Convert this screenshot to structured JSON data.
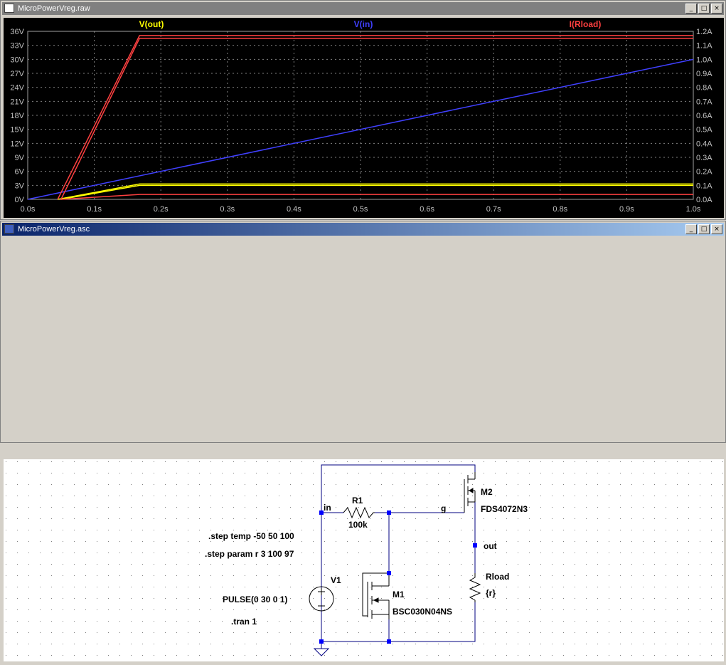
{
  "waveform_window": {
    "title": "MicroPowerVreg.raw",
    "buttons": {
      "minimize": "_",
      "maximize": "□",
      "close": "×"
    },
    "traces": [
      {
        "name": "V(out)",
        "color": "#ffff00"
      },
      {
        "name": "V(in)",
        "color": "#4040ff"
      },
      {
        "name": "I(Rload)",
        "color": "#ff4040"
      }
    ],
    "left_axis": [
      "0V",
      "3V",
      "6V",
      "9V",
      "12V",
      "15V",
      "18V",
      "21V",
      "24V",
      "27V",
      "30V",
      "33V",
      "36V"
    ],
    "right_axis": [
      "0.0A",
      "0.1A",
      "0.2A",
      "0.3A",
      "0.4A",
      "0.5A",
      "0.6A",
      "0.7A",
      "0.8A",
      "0.9A",
      "1.0A",
      "1.1A",
      "1.2A"
    ],
    "x_axis": [
      "0.0s",
      "0.1s",
      "0.2s",
      "0.3s",
      "0.4s",
      "0.5s",
      "0.6s",
      "0.7s",
      "0.8s",
      "0.9s",
      "1.0s"
    ]
  },
  "chart_data": {
    "type": "line",
    "xlim": [
      0,
      1.0
    ],
    "ylim_left": [
      0,
      36
    ],
    "ylim_right": [
      0,
      1.2
    ],
    "grid": true,
    "series": [
      {
        "name": "V(in)",
        "axis": "left",
        "color": "#4040ff",
        "x": [
          0,
          1.0
        ],
        "y": [
          0,
          30
        ]
      },
      {
        "name": "V(out)",
        "axis": "left",
        "color": "#ffff00",
        "x": [
          0.045,
          0.168,
          1.0
        ],
        "y": [
          0,
          3.3,
          3.3
        ]
      },
      {
        "name": "V(out)",
        "axis": "left",
        "color": "#ffff00",
        "x": [
          0.05,
          0.168,
          1.0
        ],
        "y": [
          0,
          3.0,
          3.0
        ]
      },
      {
        "name": "I(Rload)",
        "axis": "right",
        "color": "#ff4040",
        "x": [
          0.045,
          0.168,
          1.0
        ],
        "y": [
          0,
          1.17,
          1.17
        ]
      },
      {
        "name": "I(Rload)",
        "axis": "right",
        "color": "#ff4040",
        "x": [
          0.05,
          0.168,
          1.0
        ],
        "y": [
          0,
          1.15,
          1.15
        ]
      },
      {
        "name": "I(Rload)",
        "axis": "right",
        "color": "#ff4040",
        "x": [
          0.05,
          0.168,
          1.0
        ],
        "y": [
          0,
          0.035,
          0.035
        ]
      }
    ]
  },
  "schematic_window": {
    "title": "MicroPowerVreg.asc",
    "buttons": {
      "minimize": "_",
      "maximize": "□",
      "close": "×"
    },
    "directives": {
      "step_temp": ".step temp -50 50 100",
      "step_param": ".step param r 3 100 97",
      "tran": ".tran 1"
    },
    "components": {
      "R1_name": "R1",
      "R1_value": "100k",
      "M2_name": "M2",
      "M2_part": "FDS4072N3",
      "M1_name": "M1",
      "M1_part": "BSC030N04NS",
      "V1_name": "V1",
      "V1_value": "PULSE(0 30 0 1)",
      "Rload_name": "Rload",
      "Rload_value": "{r}"
    },
    "nets": {
      "in": "in",
      "g": "g",
      "out": "out"
    },
    "colors": {
      "wire": "#000080",
      "component": "#000000",
      "node": "#0000ff"
    }
  }
}
